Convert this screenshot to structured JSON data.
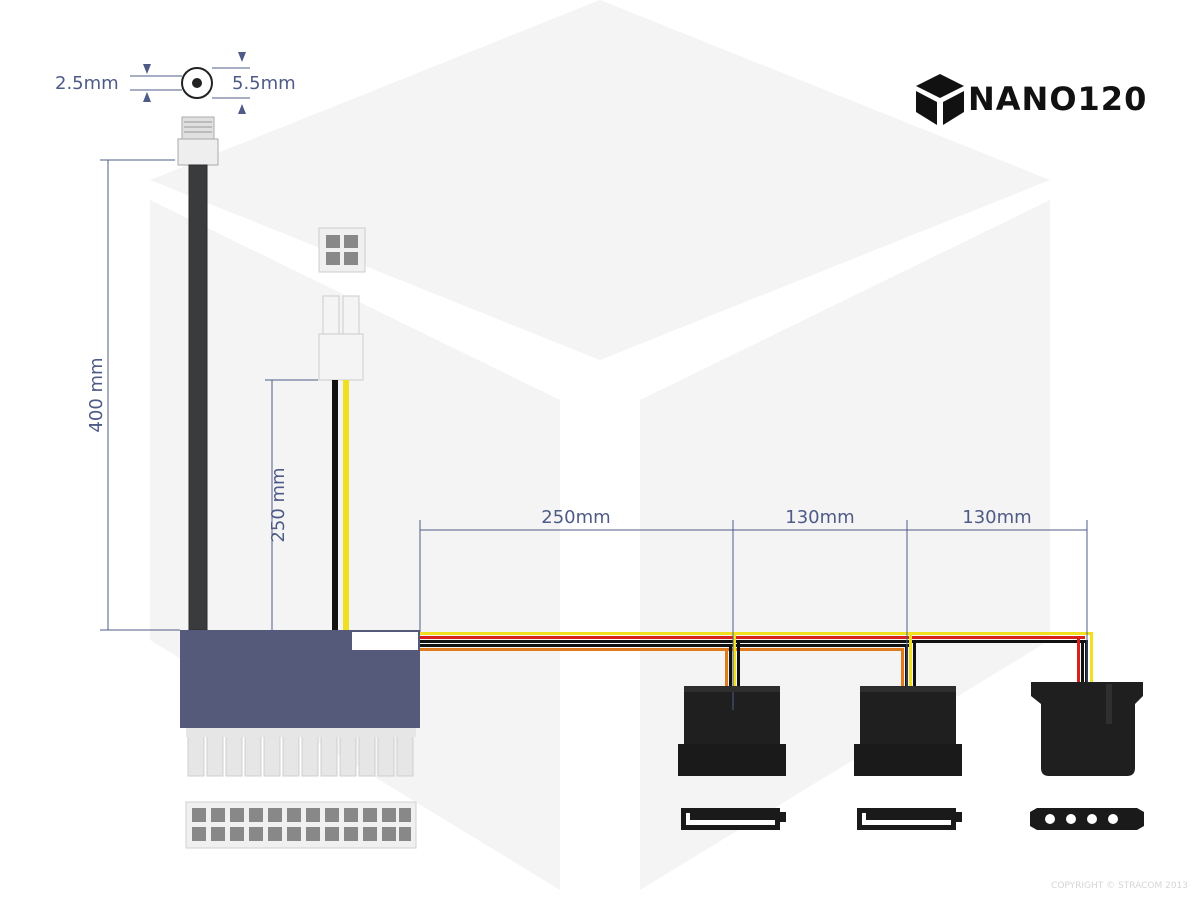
{
  "brand": {
    "name": "NANO120"
  },
  "dimensions": {
    "jack_inner": "2.5mm",
    "jack_outer": "5.5mm",
    "dc_cable_length": "400 mm",
    "cpu_cable_length": "250 mm",
    "seg1": "250mm",
    "seg2": "130mm",
    "seg3": "130mm"
  },
  "footer": {
    "copyright": "COPYRIGHT © STRACOM 2013"
  },
  "colors": {
    "module": "#55597a",
    "guide": "#4f5b87",
    "connector_dark": "#1a1a1a",
    "pin_light": "#e6e6e6",
    "wire_yellow": "#f0e020",
    "wire_red": "#d8201c",
    "wire_black": "#111111",
    "wire_orange": "#e07a1e"
  },
  "icons": [
    "nano-cube-logo-icon",
    "dc-jack-icon",
    "sata-connector-icon",
    "molex-connector-icon",
    "atx-24pin-icon",
    "eps-4pin-icon"
  ]
}
